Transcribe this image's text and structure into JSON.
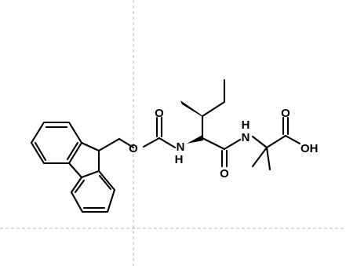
{
  "molecule": {
    "atoms": {
      "carbamate_oxygen": "O",
      "carbonyl_oxygen_carbamate": "O",
      "amide_nitrogen_carbamate": "N",
      "amide_hydrogen_carbamate": "H",
      "amide_nitrogen_aib": "N",
      "amide_hydrogen_aib": "H",
      "carbonyl_oxygen_amide": "O",
      "acid_carbonyl_oxygen": "O",
      "acid_hydroxyl": "OH"
    }
  },
  "colors": {
    "bond": "#000000",
    "guide": "#b3b3b3",
    "background": "#ffffff"
  }
}
